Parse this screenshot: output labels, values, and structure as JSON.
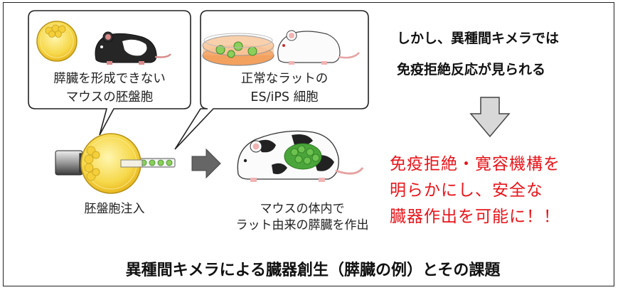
{
  "bubble_left": {
    "line1": "膵臓を形成できない",
    "line2": "マウスの胚盤胞"
  },
  "bubble_right": {
    "line1": "正常なラットの",
    "line2": "ES/iPS 細胞"
  },
  "caption_injection": "胚盤胞注入",
  "caption_result": {
    "line1": "マウスの体内で",
    "line2": "ラット由来の膵臓を作出"
  },
  "note_black": {
    "line1": "しかし、異種間キメラでは",
    "line2": "免疫拒絶反応が見られる"
  },
  "note_red": {
    "line1": "免疫拒絶・寛容機構を",
    "line2": "明らかにし、安全な",
    "line3": "臓器作出を可能に！！"
  },
  "title": "異種間キメラによる臓器創生（膵臓の例）とその課題",
  "colors": {
    "accent_red": "#e8141a",
    "yolk": "#f6d84a",
    "cells_green": "#4aa53a",
    "dish_orange": "#f3a15f"
  },
  "icons": [
    "blastocyst-icon",
    "black-mouse-icon",
    "petri-dish-icon",
    "white-rat-icon",
    "injection-pipette-icon",
    "chimera-mouse-icon",
    "arrow-right-icon",
    "arrow-down-icon"
  ]
}
